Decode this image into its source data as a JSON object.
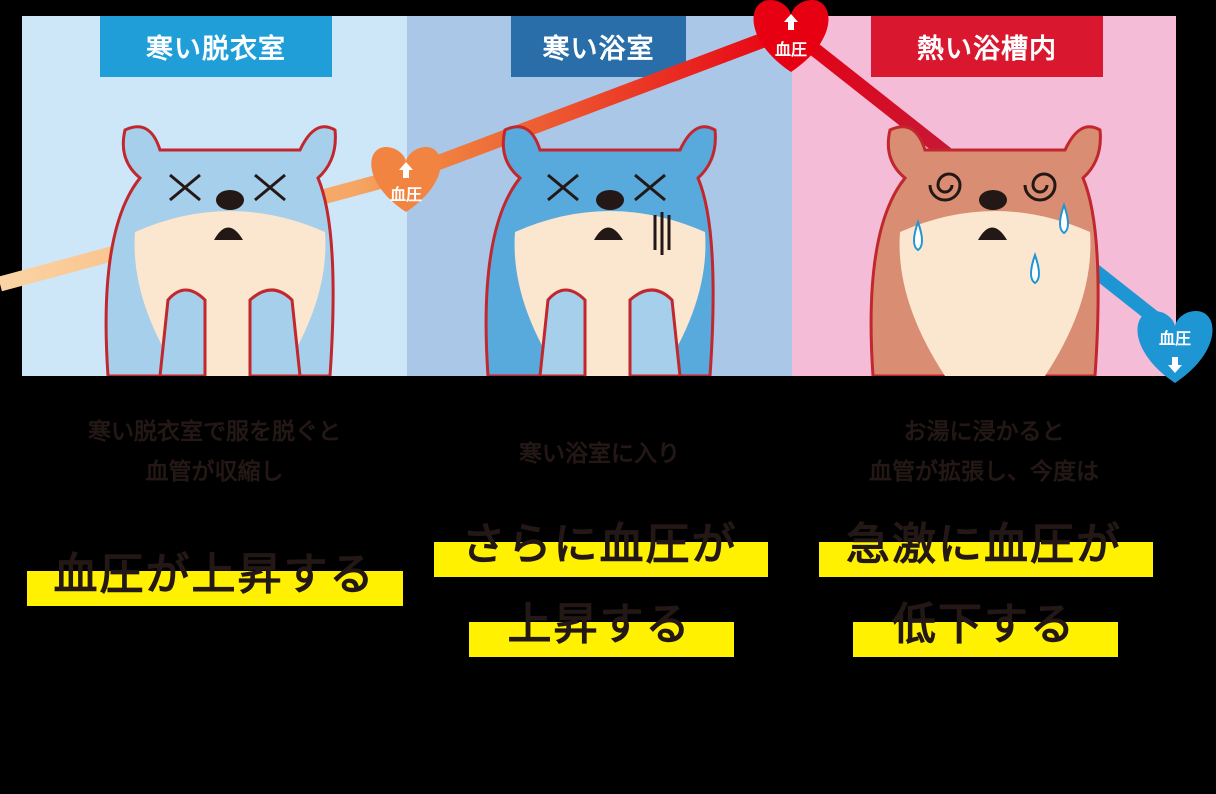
{
  "panels": [
    {
      "label": "寒い脱衣室",
      "bg_color": "#cde7f8",
      "label_color": "#1f9ed8",
      "character_state": "cold, x-eyes",
      "description_lines": [
        "寒い脱衣室で服を脱ぐと",
        "血管が収縮し"
      ],
      "highlight_lines": [
        "血圧が上昇する"
      ]
    },
    {
      "label": "寒い浴室",
      "bg_color": "#aac7e8",
      "label_color": "#2a6ea9",
      "character_state": "cold, x-eyes, shivering",
      "description_lines": [
        "寒い浴室に入り"
      ],
      "highlight_lines": [
        "さらに血圧が",
        "上昇する"
      ]
    },
    {
      "label": "熱い浴槽内",
      "bg_color": "#f4bcd6",
      "label_color": "#d9172f",
      "character_state": "dizzy, spiral eyes, sweating",
      "description_lines": [
        "お湯に浸かると",
        "血管が拡張し、今度は"
      ],
      "highlight_lines": [
        "急激に血圧が",
        "低下する"
      ]
    }
  ],
  "badges": [
    {
      "text": "血圧",
      "arrow": "up",
      "color": "#f08440",
      "icon": "arrow-up-icon"
    },
    {
      "text": "血圧",
      "arrow": "up",
      "color": "#e60012",
      "icon": "arrow-up-icon"
    },
    {
      "text": "血圧",
      "arrow": "down",
      "color": "#1e96d3",
      "icon": "arrow-down-icon"
    }
  ],
  "line_colors": {
    "start": "#fbd4a4",
    "mid": "#f08440",
    "peak": "#e60012",
    "end": "#1e96d3"
  },
  "highlight_color": "#fff100"
}
